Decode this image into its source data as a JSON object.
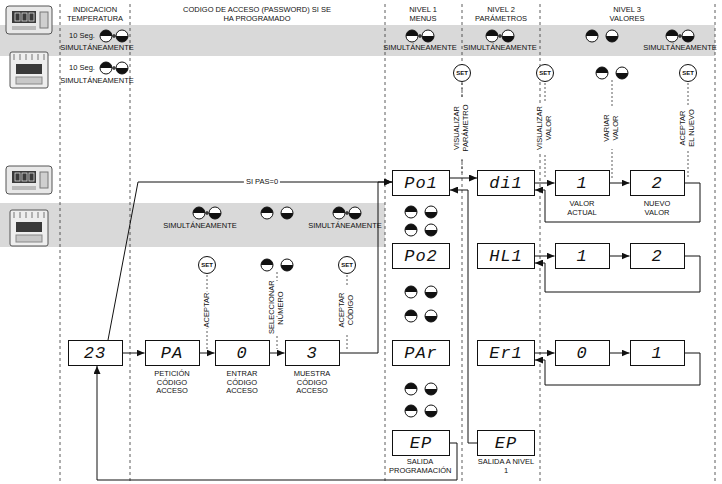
{
  "diagram": {
    "nodes": [
      {
        "text": [
          "23"
        ]
      },
      {
        "text": [
          "PA"
        ]
      },
      {
        "text": [
          "0"
        ]
      },
      {
        "text": [
          "3"
        ]
      },
      {
        "text": [
          "Po1"
        ]
      },
      {
        "text": [
          "Po2"
        ]
      },
      {
        "text": [
          "PAr"
        ]
      },
      {
        "text": [
          "EP"
        ]
      },
      {
        "text": [
          "di1"
        ]
      },
      {
        "text": [
          "HL1"
        ]
      },
      {
        "text": [
          "Er1"
        ]
      },
      {
        "text": [
          "EP"
        ]
      },
      {
        "text": [
          "1"
        ]
      },
      {
        "text": [
          "2"
        ]
      },
      {
        "text": [
          "1"
        ]
      },
      {
        "text": [
          "2"
        ]
      },
      {
        "text": [
          "0"
        ]
      },
      {
        "text": [
          "1"
        ]
      },
      {
        "text": [
          "SET"
        ]
      },
      {
        "text": [
          "SET"
        ]
      },
      {
        "text": [
          "SET"
        ]
      },
      {
        "text": [
          "SET"
        ]
      },
      {
        "text": [
          "SET"
        ]
      }
    ],
    "edges": [
      {
        "from": 0,
        "to": 4,
        "arrow": "to",
        "label": "SI PAS=0"
      },
      {
        "from": 0,
        "to": 1,
        "arrow": "to"
      },
      {
        "from": 1,
        "to": 2,
        "arrow": "to"
      },
      {
        "from": 2,
        "to": 3,
        "arrow": "to"
      },
      {
        "from": 3,
        "to": 4,
        "arrow": "to"
      },
      {
        "from": 4,
        "to": 8,
        "arrow": "to"
      },
      {
        "from": 8,
        "to": 12,
        "arrow": "to"
      },
      {
        "from": 12,
        "to": 13,
        "arrow": "to"
      },
      {
        "from": 13,
        "to": 8,
        "arrow": "to"
      },
      {
        "from": 9,
        "to": 14,
        "arrow": "to"
      },
      {
        "from": 14,
        "to": 15,
        "arrow": "to"
      },
      {
        "from": 15,
        "to": 9,
        "arrow": "to"
      },
      {
        "from": 10,
        "to": 16,
        "arrow": "to"
      },
      {
        "from": 16,
        "to": 17,
        "arrow": "to"
      },
      {
        "from": 17,
        "to": 10,
        "arrow": "to"
      },
      {
        "from": 11,
        "to": 4,
        "arrow": "to"
      },
      {
        "from": 7,
        "to": 0,
        "arrow": "to"
      }
    ],
    "labels": [
      "INDICACION TEMPERATURA",
      "CODIGO DE ACCESO (PASSWORD) SI SE HA PROGRAMADO",
      "NIVEL 1 MENUS",
      "NIVEL 2 PARÁMETROS",
      "NIVEL 3 VALORES",
      "10 Seg.",
      "SIMULTÁNEAMENTE",
      "SIMULTÁNEAMENTE",
      "SIMULTÁNEAMENTE",
      "SIMULTÁNEAMENTE",
      "10 Seg.",
      "SIMULTÁNEAMENTE",
      "VISUALIZAR PARÁMETRO",
      "VISUALIZAR VALOR",
      "VARIAR VALOR",
      "ACEPTAR EL NUEVO",
      "SIMULTÁNEAMENTE",
      "SIMULTÁNEAMENTE",
      "ACEPTAR",
      "SELECCIONAR NÚMERO",
      "ACEPTAR CÓDIGO",
      "PETICIÓN CÓDIGO ACCESO",
      "ENTRAR CÓDIGO ACCESO",
      "MUESTRA CÓDIGO ACCESO",
      "VALOR ACTUAL",
      "NUEVO VALOR",
      "SALIDA PROGRAMACIÓN",
      "SALIDA A NIVEL 1"
    ]
  }
}
